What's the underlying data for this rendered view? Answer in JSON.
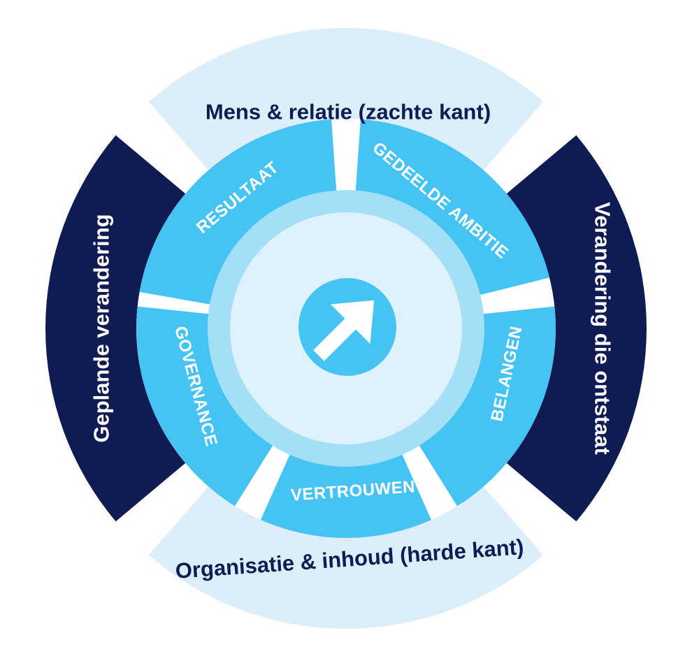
{
  "diagram": {
    "outer_segments": [
      {
        "id": "top",
        "label": "Mens & relatie (zachte kant)",
        "fill": "#dbeef9",
        "text_color": "#0f1b52"
      },
      {
        "id": "right",
        "label": "Verandering die ontstaat",
        "fill": "#0f1b52",
        "text_color": "#ffffff"
      },
      {
        "id": "bottom",
        "label": "Organisatie & inhoud (harde kant)",
        "fill": "#dbeef9",
        "text_color": "#0f1b52"
      },
      {
        "id": "left",
        "label": "Geplande verandering",
        "fill": "#0f1b52",
        "text_color": "#ffffff"
      }
    ],
    "inner_segments": [
      {
        "id": "resultaat",
        "label": "RESULTAAT"
      },
      {
        "id": "gedeelde-ambitie",
        "label": "GEDEELDE AMBITIE"
      },
      {
        "id": "belangen",
        "label": "BELANGEN"
      },
      {
        "id": "vertrouwen",
        "label": "VERTROUWEN"
      },
      {
        "id": "governance",
        "label": "GOVERNANCE"
      }
    ],
    "colors": {
      "inner_ring": "#45c3f2",
      "middle_ring": "#a4dff8",
      "center": "#dff1fb",
      "inner_text": "#ffffff",
      "arrow_circle": "#45c3f2",
      "arrow": "#ffffff"
    },
    "center_icon": "arrow-up-right-icon"
  }
}
